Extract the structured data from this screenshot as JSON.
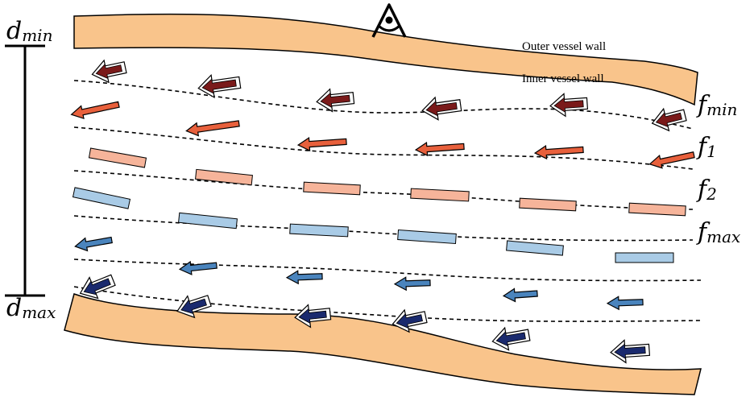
{
  "labels": {
    "outer_wall": "Outer vessel wall",
    "inner_wall": "Inner vessel wall",
    "d_min_base": "d",
    "d_min_sub": "min",
    "d_max_base": "d",
    "d_max_sub": "max",
    "f_min_base": "f",
    "f_min_sub": "min",
    "f1_base": "f",
    "f1_sub": "1",
    "f2_base": "f",
    "f2_sub": "2",
    "f_max_base": "f",
    "f_max_sub": "max"
  },
  "colors": {
    "wall_fill": "#f9c48b",
    "wall_stroke": "#000000",
    "dark_red": "#7a1a1a",
    "orange_red": "#e8603c",
    "salmon": "#f6b49a",
    "light_blue": "#a9cbe6",
    "mid_blue": "#4a84bd",
    "dark_blue": "#1a2a6e"
  },
  "icons": {
    "observer": "eye-icon"
  },
  "flow_direction": "leftward",
  "layers": [
    {
      "name": "fmin-layer",
      "shape": "double-arrow",
      "color": "dark_red"
    },
    {
      "name": "f1-layer",
      "shape": "arrow",
      "color": "orange_red"
    },
    {
      "name": "f2-layer",
      "shape": "bar",
      "color": "salmon"
    },
    {
      "name": "f2-fmax-layer",
      "shape": "bar",
      "color": "light_blue"
    },
    {
      "name": "fmax-layer",
      "shape": "arrow",
      "color": "mid_blue"
    },
    {
      "name": "dmax-layer",
      "shape": "double-arrow",
      "color": "dark_blue"
    }
  ]
}
